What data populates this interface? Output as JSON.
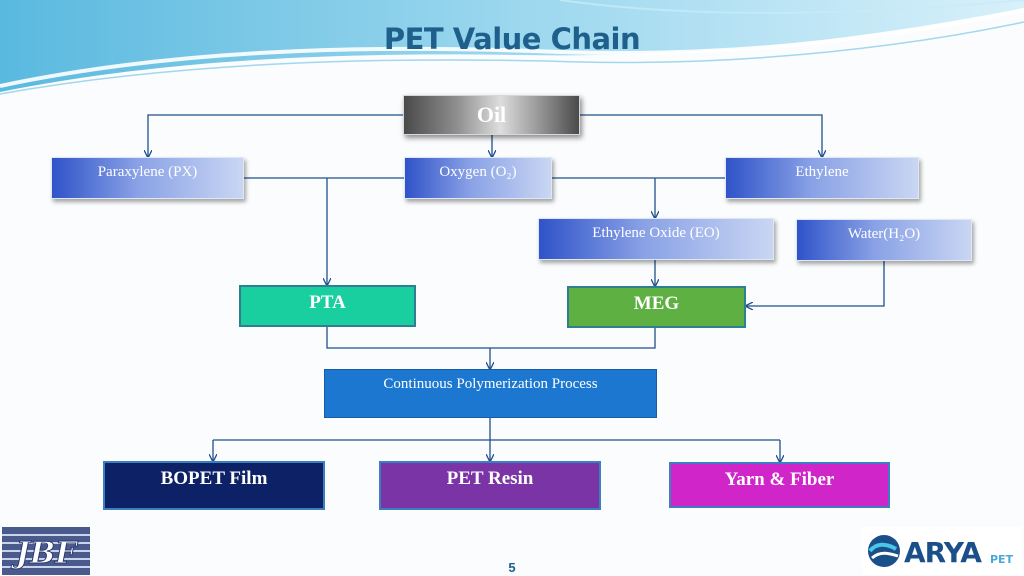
{
  "slide": {
    "title": "PET Value Chain",
    "page_number": "5"
  },
  "nodes": {
    "oil": "Oil",
    "paraxylene": "Paraxylene (PX)",
    "oxygen": "Oxygen (O₂)",
    "ethylene": "Ethylene",
    "ethylene_oxide": "Ethylene Oxide (EO)",
    "water": "Water(H₂O)",
    "pta": "PTA",
    "meg": "MEG",
    "polymerization": "Continuous Polymerization Process",
    "bopet_film": "BOPET Film",
    "pet_resin": "PET Resin",
    "yarn_fiber": "Yarn & Fiber"
  },
  "logos": {
    "left": "JBF",
    "right_main": "ARYA",
    "right_sub": "PET"
  },
  "colors": {
    "title": "#1f5f8c",
    "pta": "#19cfa0",
    "meg": "#5fb043",
    "polymerization": "#1b77cf",
    "bopet_film": "#0d2166",
    "pet_resin": "#7a34a6",
    "yarn_fiber": "#cf25c9",
    "connector": "#1f4f8c"
  }
}
